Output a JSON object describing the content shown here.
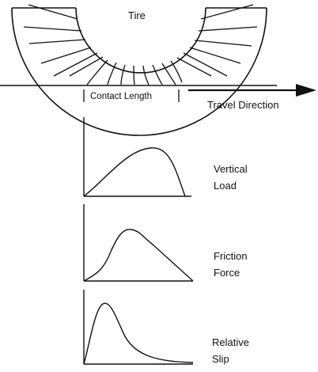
{
  "tire": {
    "label": "Tire"
  },
  "contact": {
    "label": "Contact Length"
  },
  "travel": {
    "label": "Travel Direction"
  },
  "plots": [
    {
      "line1": "Vertical",
      "line2": "Load"
    },
    {
      "line1": "Friction",
      "line2": "Force"
    },
    {
      "line1": "Relative",
      "line2": "Slip"
    }
  ],
  "colors": {
    "ink": "#111111",
    "background": "#ffffff"
  }
}
